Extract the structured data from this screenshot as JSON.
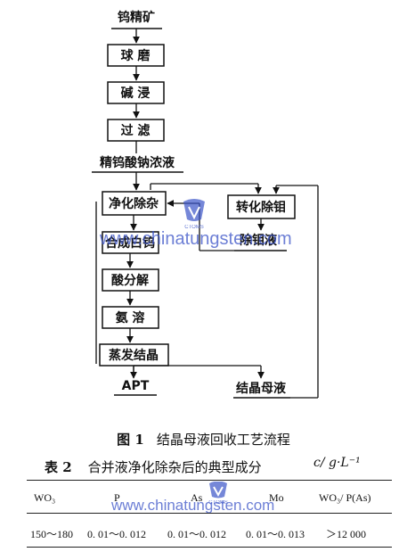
{
  "figure": {
    "nodes": {
      "ore": "钨精矿",
      "ball_mill": "球 磨",
      "alkali_leach": "碱 浸",
      "filter": "过 滤",
      "na_tungstate": "精钨酸钠浓液",
      "purify": "净化除杂",
      "synth": "合成白钨",
      "acid_decomp": "酸分解",
      "ammonia": "氨 溶",
      "evap": "蒸发结晶",
      "apt": "APT",
      "mother_liquor": "结晶母液",
      "convert_mo": "转化除钼",
      "mo_removal": "除钼液"
    },
    "caption_number": "图 1",
    "caption_text": "结晶母液回收工艺流程"
  },
  "watermark": {
    "text": "www.chinatungsten.com",
    "logo_text": "CTOMS",
    "color": "#3b54c8"
  },
  "table": {
    "number": "表 2",
    "title": "合并液净化除杂后的典型成分",
    "unit": "c/ g·L⁻¹",
    "headers": [
      "WO₃",
      "P",
      "As",
      "Mo",
      "WO₃/ P(As)"
    ],
    "rows": [
      [
        "150～180",
        "0. 01～0. 012",
        "0. 01～0. 012",
        "0. 01～0. 013",
        "＞12 000"
      ]
    ]
  }
}
